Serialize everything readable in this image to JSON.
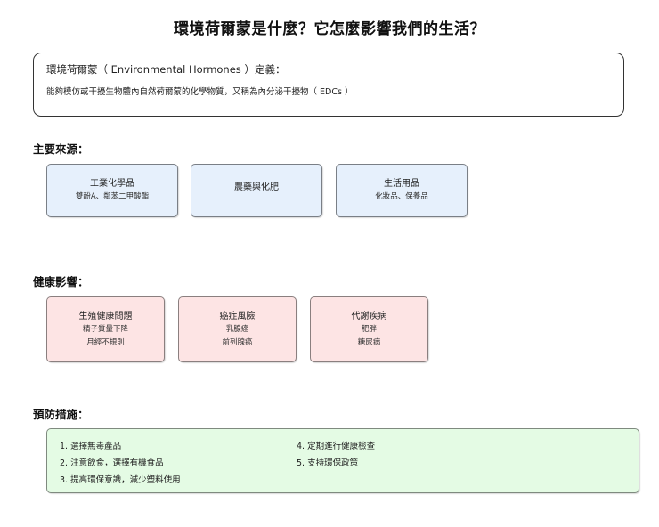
{
  "title": "環境荷爾蒙是什麼？它怎麼影響我們的生活？",
  "definition": {
    "heading": "環境荷爾蒙（ Environmental Hormones ）定義：",
    "body": "能夠模仿或干擾生物體內自然荷爾蒙的化學物質，又稱為內分泌干擾物（ EDCs ）"
  },
  "sources": {
    "label": "主要來源：",
    "items": [
      {
        "title": "工業化學品",
        "lines": [
          "雙酚A、鄰苯二甲酸酯"
        ]
      },
      {
        "title": "農藥與化肥",
        "lines": []
      },
      {
        "title": "生活用品",
        "lines": [
          "化妝品、保養品"
        ]
      }
    ]
  },
  "health": {
    "label": "健康影響：",
    "items": [
      {
        "title": "生殖健康問題",
        "lines": [
          "精子質量下降",
          "月經不規則"
        ]
      },
      {
        "title": "癌症風險",
        "lines": [
          "乳腺癌",
          "前列腺癌"
        ]
      },
      {
        "title": "代謝疾病",
        "lines": [
          "肥胖",
          "糖尿病"
        ]
      }
    ]
  },
  "prevention": {
    "label": "預防措施：",
    "items": [
      "1. 選擇無毒產品",
      "2. 注意飲食，選擇有機食品",
      "3. 提高環保意識，減少塑料使用",
      "4. 定期進行健康檢查",
      "5. 支持環保政策"
    ]
  },
  "colors": {
    "source_fill": "#e6f0fc",
    "health_fill": "#fde4e4",
    "prevention_fill": "#e4fbe4",
    "border": "#333333"
  }
}
